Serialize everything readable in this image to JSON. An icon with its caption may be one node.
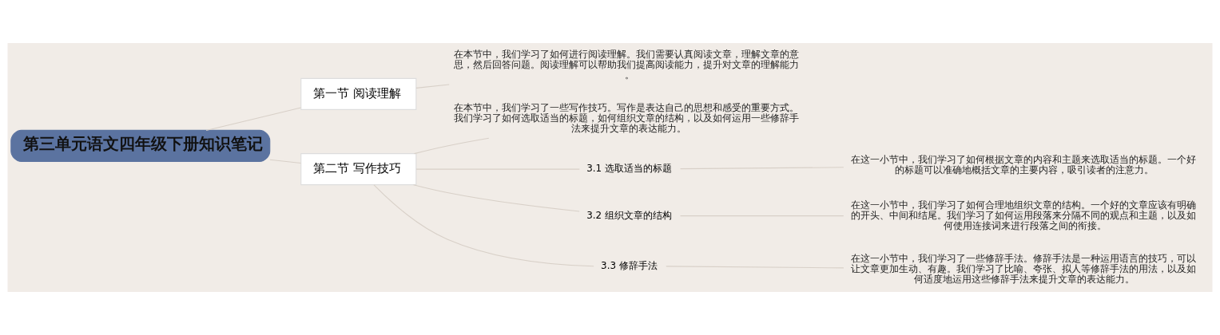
{
  "diagram": {
    "nodes": [
      {
        "text": [
          "第三单元语文四年级下册知识笔记"
        ]
      },
      {
        "text": [
          "第一节 阅读理解"
        ]
      },
      {
        "text": [
          "在本节中，我们学习了如何进行阅读理解。我们需要认真阅读文章，理解文章的意思，然后回答问题。阅读理解可以帮助我们提高阅读能力，提升对文章的理解能力。"
        ]
      },
      {
        "text": [
          "第二节 写作技巧"
        ]
      },
      {
        "text": [
          "在本节中，我们学习了一些写作技巧。写作是表达自己的思想和感受的重要方式。我们学习了如何选取适当的标题，如何组织文章的结构，以及如何运用一些修辞手法来提升文章的表达能力。"
        ]
      },
      {
        "text": [
          "3.1 选取适当的标题"
        ]
      },
      {
        "text": [
          "在这一小节中，我们学习了如何根据文章的内容和主题来选取适当的标题。一个好的标题可以准确地概括文章的主要内容，吸引读者的注意力。"
        ]
      },
      {
        "text": [
          "3.2 组织文章的结构"
        ]
      },
      {
        "text": [
          "在这一小节中，我们学习了如何合理地组织文章的结构。一个好的文章应该有明确的开头、中间和结尾。我们学习了如何运用段落来分隔不同的观点和主题，以及如何使用连接词来进行段落之间的衔接。"
        ]
      },
      {
        "text": [
          "3.3 修辞手法"
        ]
      },
      {
        "text": [
          "在这一小节中，我们学习了一些修辞手法。修辞手法是一种运用语言的技巧，可以让文章更加生动、有趣。我们学习了比喻、夸张、拟人等修辞手法的用法，以及如何适度地运用这些修辞手法来提升文章的表达能力。"
        ]
      }
    ],
    "edges": [
      {
        "from": 0,
        "to": 1,
        "arrow": "none"
      },
      {
        "from": 1,
        "to": 2,
        "arrow": "none"
      },
      {
        "from": 0,
        "to": 3,
        "arrow": "none"
      },
      {
        "from": 3,
        "to": 4,
        "arrow": "none"
      },
      {
        "from": 3,
        "to": 5,
        "arrow": "none"
      },
      {
        "from": 5,
        "to": 6,
        "arrow": "none"
      },
      {
        "from": 3,
        "to": 7,
        "arrow": "none"
      },
      {
        "from": 7,
        "to": 8,
        "arrow": "none"
      },
      {
        "from": 3,
        "to": 9,
        "arrow": "none"
      },
      {
        "from": 9,
        "to": 10,
        "arrow": "none"
      }
    ]
  }
}
